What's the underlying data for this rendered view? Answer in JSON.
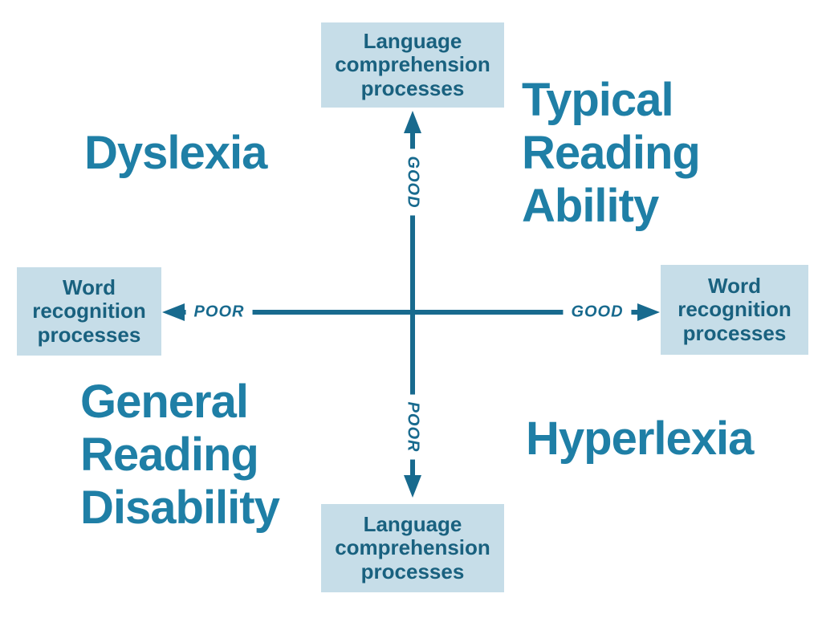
{
  "colors": {
    "background": "#ffffff",
    "box_fill": "#c6dde8",
    "box_text": "#19617f",
    "axis": "#186a8e",
    "quadrant_label": "#1f7fa6"
  },
  "boxes": {
    "top": "Language comprehension processes",
    "bottom": "Language comprehension processes",
    "left": "Word recognition processes",
    "right": "Word recognition processes"
  },
  "axis_labels": {
    "vertical_top": "GOOD",
    "vertical_bottom": "POOR",
    "horizontal_left": "POOR",
    "horizontal_right": "GOOD"
  },
  "quadrants": {
    "top_left": "Dyslexia",
    "top_right": "Typical Reading Ability",
    "bottom_left": "General Reading Disability",
    "bottom_right": "Hyperlexia"
  }
}
